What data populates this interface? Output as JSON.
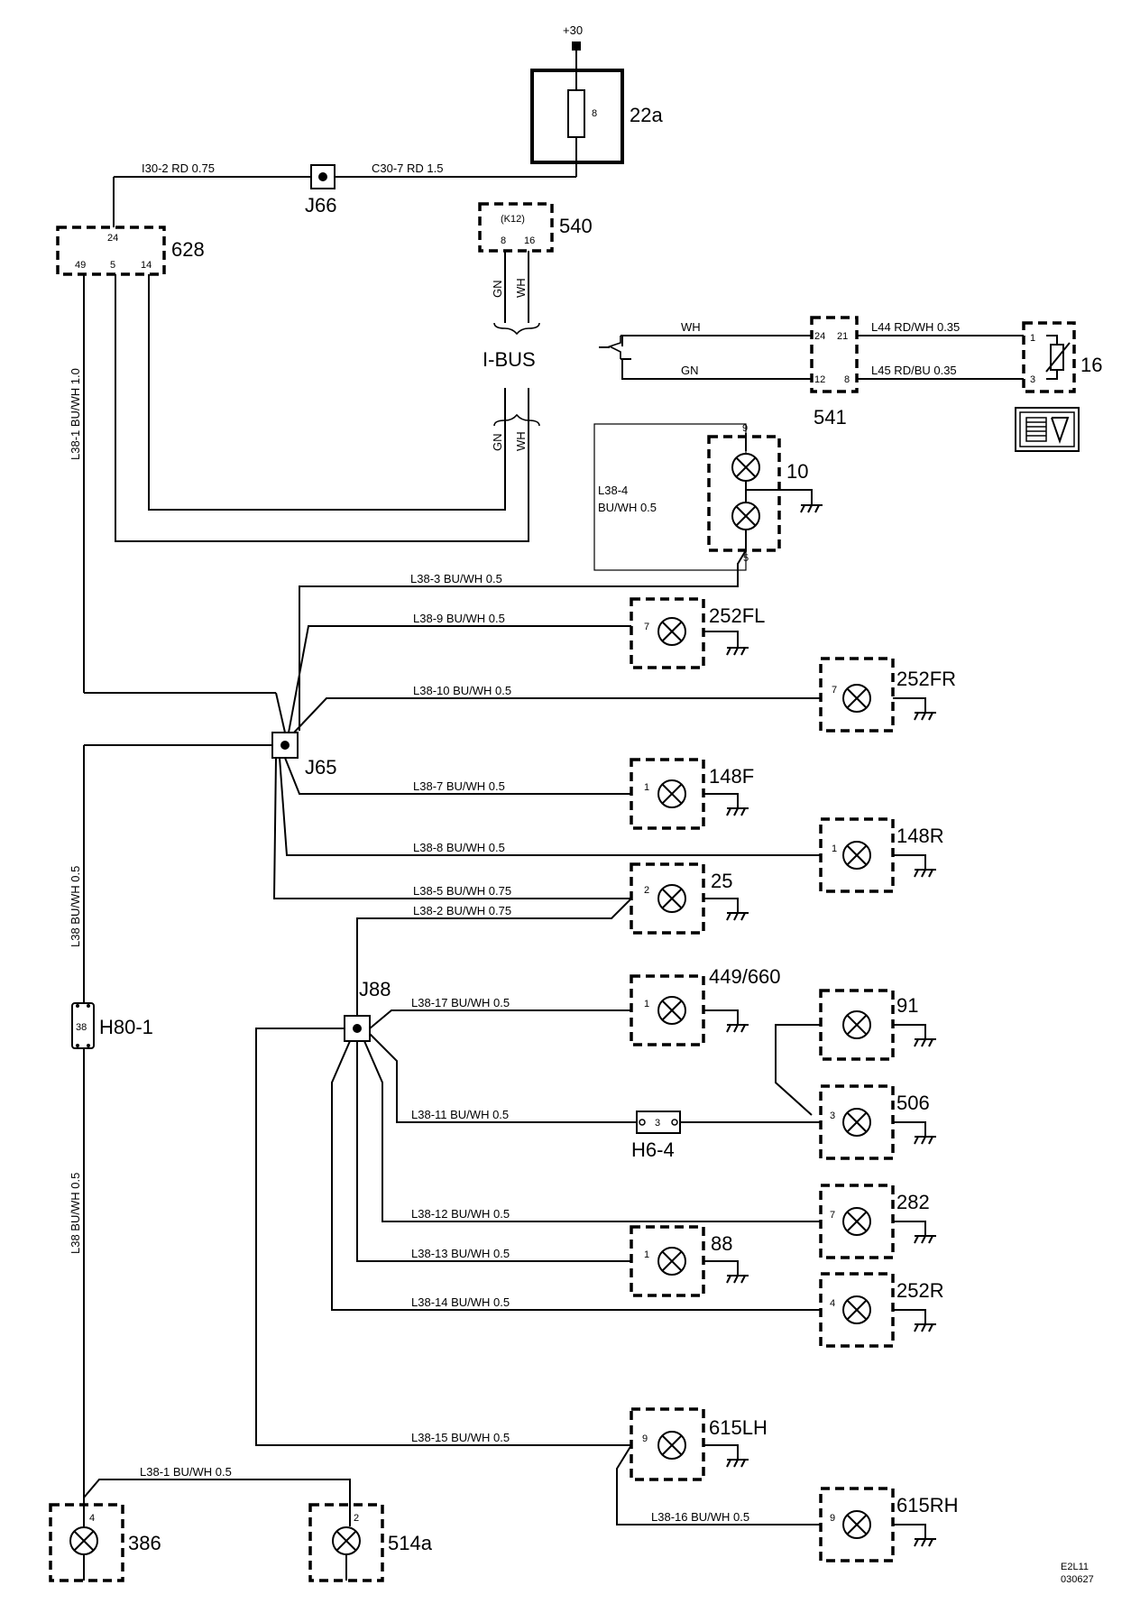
{
  "supply": "+30",
  "components": [
    {
      "id": "22a",
      "pin": "8"
    },
    {
      "id": "628",
      "pins": [
        "24",
        "49",
        "5",
        "14"
      ]
    },
    {
      "id": "540",
      "sub": "(K12)",
      "pins": [
        "8",
        "16"
      ]
    },
    {
      "id": "541",
      "pins": [
        "24",
        "21",
        "12",
        "8"
      ]
    },
    {
      "id": "16",
      "pins": [
        "1",
        "3"
      ]
    },
    {
      "id": "10",
      "pins": [
        "9",
        "5"
      ]
    },
    {
      "id": "252FL",
      "pin": "7"
    },
    {
      "id": "252FR",
      "pin": "7"
    },
    {
      "id": "148F",
      "pin": "1"
    },
    {
      "id": "148R",
      "pin": "1"
    },
    {
      "id": "25",
      "pin": "2"
    },
    {
      "id": "449/660",
      "pin": "1"
    },
    {
      "id": "91"
    },
    {
      "id": "506",
      "pin": "3"
    },
    {
      "id": "282",
      "pin": "7"
    },
    {
      "id": "88",
      "pin": "1"
    },
    {
      "id": "252R",
      "pin": "4"
    },
    {
      "id": "615LH",
      "pin": "9"
    },
    {
      "id": "615RH",
      "pin": "9"
    },
    {
      "id": "386",
      "pin": "4"
    },
    {
      "id": "514a",
      "pin": "2"
    }
  ],
  "junctions": [
    "J66",
    "J65",
    "J88"
  ],
  "connectors": [
    {
      "id": "H80-1",
      "pin": "38"
    },
    {
      "id": "H6-4",
      "pin": "3"
    }
  ],
  "bus": "I-BUS",
  "wires": {
    "i30_2": "I30-2  RD  0.75",
    "c30_7": "C30-7  RD  1.5",
    "l38_1_v": "L38-1  BU/WH  1.0",
    "l44": "L44  RD/WH  0.35",
    "l45": "L45  RD/BU  0.35",
    "wh": "WH",
    "gn": "GN",
    "l38_4": "L38-4",
    "l38_4b": "BU/WH 0.5",
    "l38_3": "L38-3  BU/WH  0.5",
    "l38_9": "L38-9  BU/WH  0.5",
    "l38_10": "L38-10  BU/WH  0.5",
    "l38_7": "L38-7  BU/WH  0.5",
    "l38_8": "L38-8  BU/WH  0.5",
    "l38_5": "L38-5  BU/WH  0.75",
    "l38_2": "L38-2  BU/WH  0.75",
    "l38_17": "L38-17  BU/WH 0.5",
    "l38_11": "L38-11  BU/WH  0.5",
    "l38_12": "L38-12  BU/WH  0.5",
    "l38_13": "L38-13  BU/WH  0.5",
    "l38_14": "L38-14  BU/WH  0.5",
    "l38_15": "L38-15  BU/WH  0.5",
    "l38_16": "L38-16  BU/WH  0.5",
    "l38_1h": "L38-1  BU/WH  0.5",
    "l38_up": "L38  BU/WH  0.5",
    "l38_dn": "L38  BU/WH  0.5"
  },
  "reference": [
    "E2L11",
    "030627"
  ],
  "icons": [
    "fuse-icon",
    "lamp-icon",
    "ground-icon",
    "junction-icon",
    "rheostat-icon",
    "dimmer-symbol-icon"
  ]
}
